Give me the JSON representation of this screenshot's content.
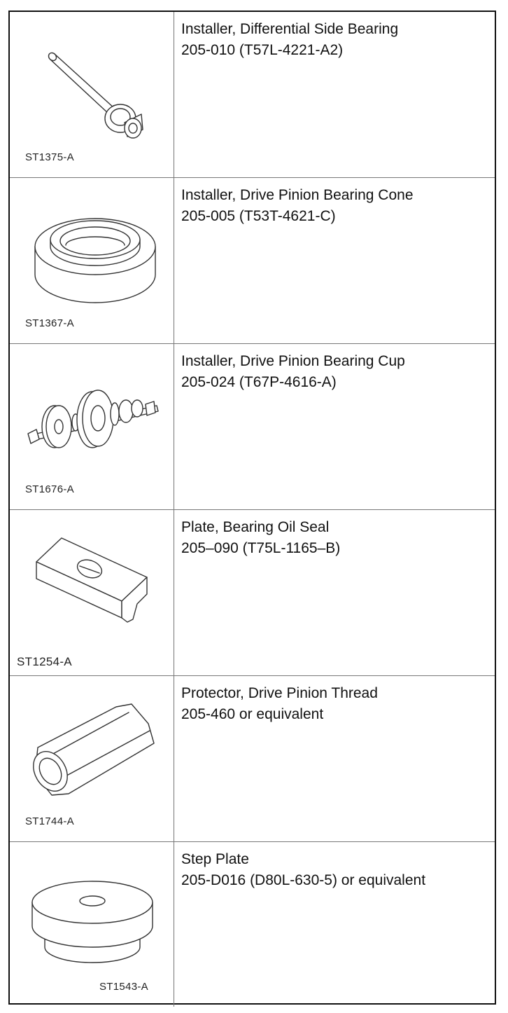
{
  "tools": [
    {
      "figure_code": "ST1375-A",
      "name": "Installer, Differential Side Bearing",
      "part_number": "205-010 (T57L-4221-A2)",
      "icon": "differential-side-bearing-installer-icon"
    },
    {
      "figure_code": "ST1367-A",
      "name": "Installer, Drive Pinion Bearing Cone",
      "part_number": "205-005 (T53T-4621-C)",
      "icon": "bearing-cone-installer-icon"
    },
    {
      "figure_code": "ST1676-A",
      "name": "Installer, Drive Pinion Bearing Cup",
      "part_number": "205-024 (T67P-4616-A)",
      "icon": "bearing-cup-installer-icon"
    },
    {
      "figure_code": "ST1254-A",
      "name": "Plate, Bearing Oil Seal",
      "part_number": "205–090 (T75L-1165–B)",
      "icon": "oil-seal-plate-icon"
    },
    {
      "figure_code": "ST1744-A",
      "name": "Protector, Drive Pinion Thread",
      "part_number": "205-460 or equivalent",
      "icon": "thread-protector-icon"
    },
    {
      "figure_code": "ST1543-A",
      "name": "Step Plate",
      "part_number": "205-D016 (D80L-630-5) or equivalent",
      "icon": "step-plate-icon"
    }
  ]
}
